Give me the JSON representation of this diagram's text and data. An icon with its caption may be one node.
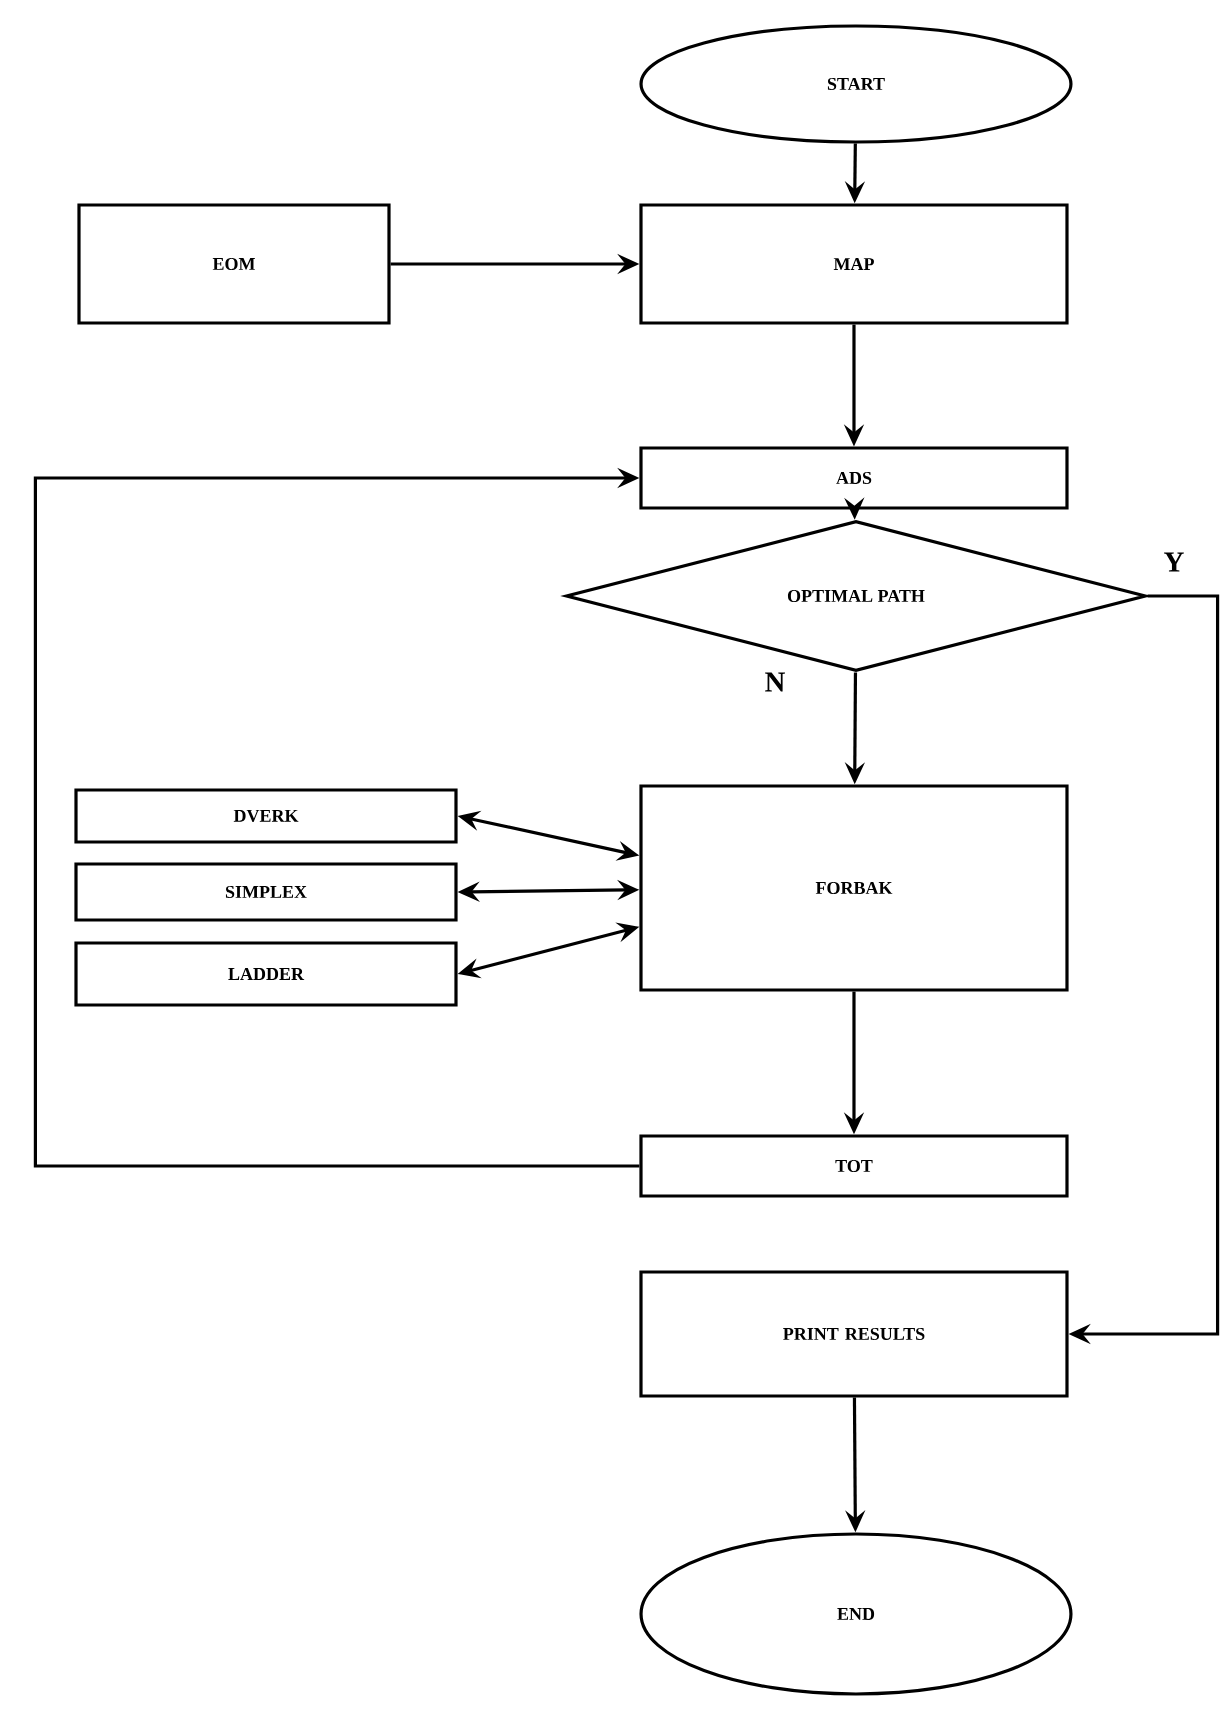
{
  "diagram": {
    "nodes": [
      {
        "text": [
          "START"
        ]
      },
      {
        "text": [
          "EOM"
        ]
      },
      {
        "text": [
          "MAP"
        ]
      },
      {
        "text": [
          "ADS"
        ]
      },
      {
        "text": [
          "OPTIMAL PATH"
        ]
      },
      {
        "text": [
          "DVERK"
        ]
      },
      {
        "text": [
          "SIMPLEX"
        ]
      },
      {
        "text": [
          "LADDER"
        ]
      },
      {
        "text": [
          "FORBAK"
        ]
      },
      {
        "text": [
          "TOT"
        ]
      },
      {
        "text": [
          "PRINT RESULTS"
        ]
      },
      {
        "text": [
          "END"
        ]
      }
    ],
    "edges": [
      {
        "from": 0,
        "to": 2,
        "arrow": "to"
      },
      {
        "from": 1,
        "to": 2,
        "arrow": "to"
      },
      {
        "from": 2,
        "to": 3,
        "arrow": "to"
      },
      {
        "from": 3,
        "to": 4,
        "arrow": "to"
      },
      {
        "from": 4,
        "to": 8,
        "arrow": "to",
        "label": "N"
      },
      {
        "from": 4,
        "to": 10,
        "arrow": "to",
        "label": "Y"
      },
      {
        "from": 5,
        "to": 8,
        "arrow": "both"
      },
      {
        "from": 6,
        "to": 8,
        "arrow": "both"
      },
      {
        "from": 7,
        "to": 8,
        "arrow": "both"
      },
      {
        "from": 8,
        "to": 9,
        "arrow": "to"
      },
      {
        "from": 9,
        "to": 3,
        "arrow": "to"
      },
      {
        "from": 10,
        "to": 11,
        "arrow": "to"
      }
    ]
  }
}
